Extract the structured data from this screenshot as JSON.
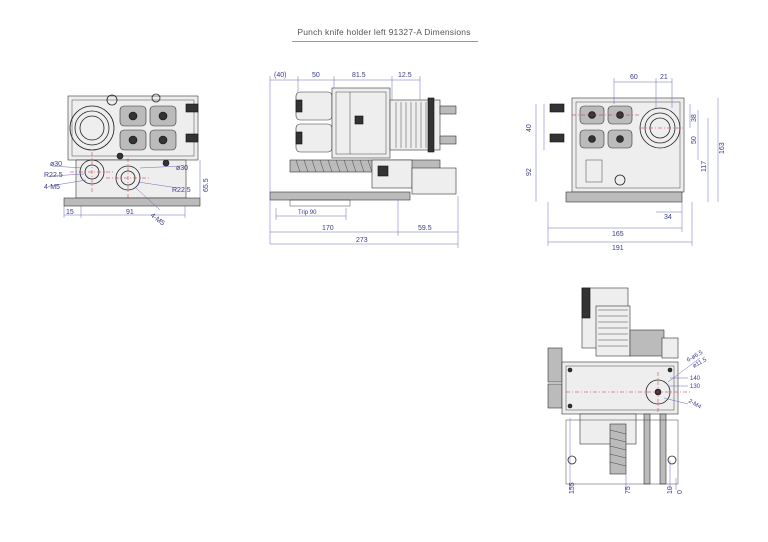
{
  "title": "Punch knife holder left 91327-A Dimensions",
  "views": {
    "front_left": {
      "labels": {
        "d30_left": "ø30",
        "r22_5_left": "R22.5",
        "m4_left": "4-M5",
        "d30_right": "ø30",
        "r22_5_right": "R22.5",
        "m4_right": "4-M5",
        "h65_5": "65.5",
        "w15": "15",
        "w91": "91"
      }
    },
    "side": {
      "labels": {
        "d40": "(40)",
        "d50": "50",
        "d81_5": "81.5",
        "d12_5": "12.5",
        "trip": "Trip 90",
        "d170": "170",
        "d59_5": "59.5",
        "d273": "273"
      }
    },
    "rear": {
      "labels": {
        "d60": "60",
        "d21": "21",
        "d40v": "40",
        "d92": "92",
        "d38": "38",
        "d50v": "50",
        "d117": "117",
        "d163": "163",
        "d34": "34",
        "d165": "165",
        "d191": "191"
      }
    },
    "bottom": {
      "labels": {
        "holes_a": "6-ø6.5",
        "holes_b": "ø11.5",
        "d140": "140",
        "d130": "130",
        "d2m4": "2-M4",
        "d155": "155",
        "d75": "75",
        "d10": "10",
        "d0": "0"
      }
    }
  }
}
